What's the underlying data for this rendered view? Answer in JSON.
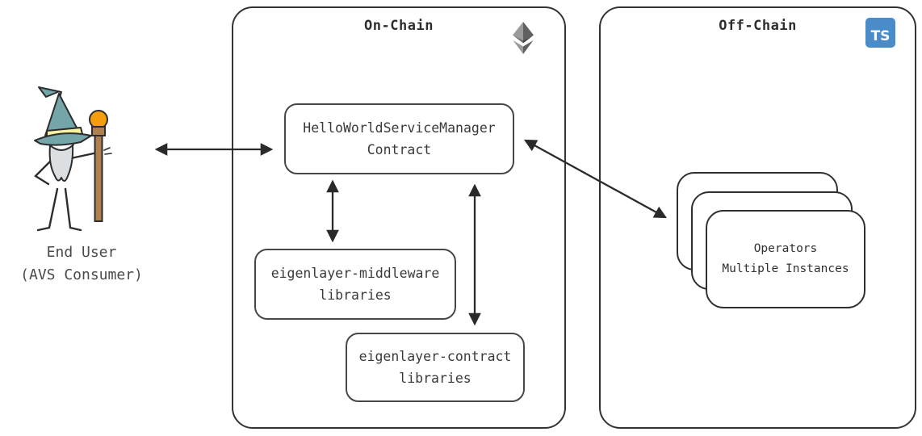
{
  "end_user": {
    "line1": "End User",
    "line2": "(AVS Consumer)"
  },
  "on_chain": {
    "title": "On-Chain",
    "service_manager": {
      "line1": "HelloWorldServiceManager",
      "line2": "Contract"
    },
    "middleware": {
      "line1": "eigenlayer-middleware",
      "line2": "libraries"
    },
    "contract": {
      "line1": "eigenlayer-contract",
      "line2": "libraries"
    }
  },
  "off_chain": {
    "title": "Off-Chain",
    "ts_badge": "TS",
    "operators": {
      "line1": "Operators",
      "line2": "Multiple Instances"
    }
  },
  "icons": {
    "wizard": "wizard-end-user",
    "ethereum": "ethereum-logo",
    "typescript": "typescript-logo"
  },
  "colors": {
    "stroke": "#2d2d2d",
    "ts_blue": "#4a8cc9",
    "hat_teal": "#74a5a8",
    "hat_band_yellow": "#f6f2a2",
    "orb_orange": "#f29e0d",
    "staff_brown": "#b08050",
    "beard_gray": "#dcdfe2"
  }
}
